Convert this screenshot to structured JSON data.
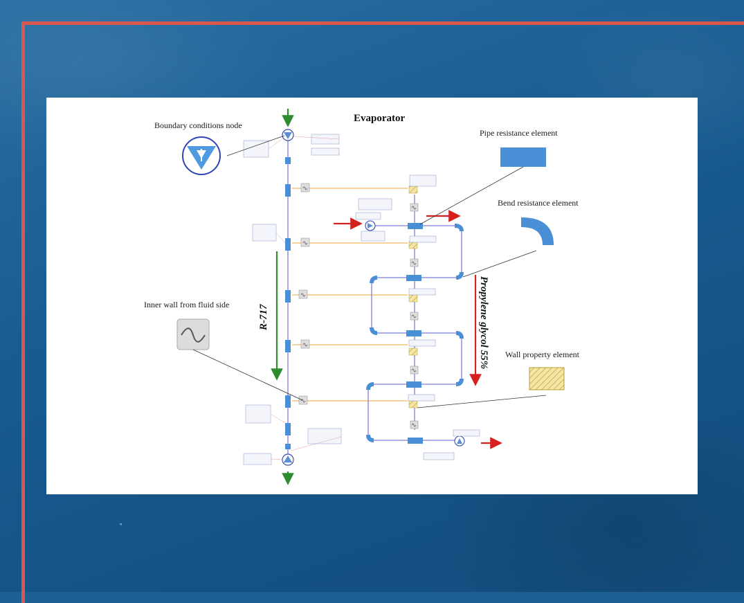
{
  "diagram": {
    "title": "Evaporator",
    "labels": {
      "boundary_node": "Boundary conditions node",
      "pipe_element": "Pipe resistance element",
      "bend_element": "Bend resistance element",
      "inner_wall": "Inner wall from fluid side",
      "wall_property": "Wall property element"
    },
    "refrigerant": "R-717",
    "coolant": "Propylene glycol 55%",
    "colors": {
      "refrigerant_arrow": "#2e8b2e",
      "coolant_arrow": "#d62020",
      "pipe": "#4a8fd6",
      "line_blue": "#7d7fd8",
      "line_orange": "#f2b35e",
      "wall": "#f3e39a",
      "frame": "#d9584d"
    }
  },
  "footnote": "。"
}
